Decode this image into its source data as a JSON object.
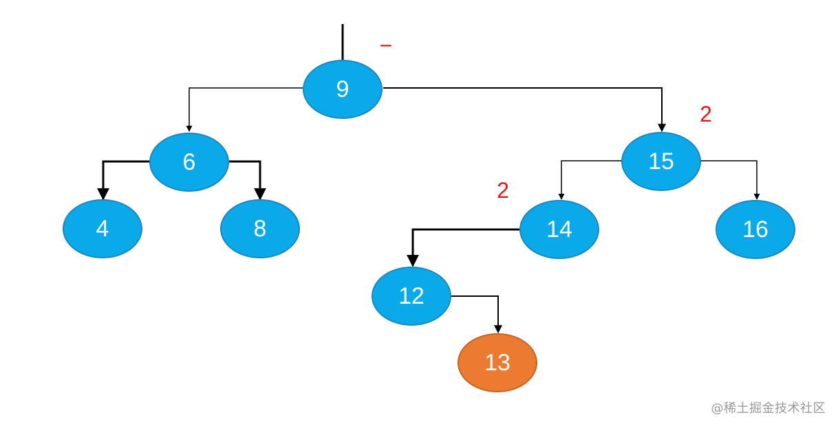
{
  "colors": {
    "node_fill": "#0aa9ea",
    "node_stroke": "#1a86c2",
    "highlight_fill": "#ec7a31",
    "highlight_stroke": "#c7631f",
    "edge": "#000000",
    "annotation": "#e8151b"
  },
  "nodes": {
    "n9": "9",
    "n6": "6",
    "n15": "15",
    "n4": "4",
    "n8": "8",
    "n14": "14",
    "n16": "16",
    "n12": "12",
    "n13": "13"
  },
  "annotations": {
    "root_mark": "−",
    "node15_mark": "2",
    "node14_mark": "2"
  },
  "watermark": "@稀土掘金技术社区"
}
